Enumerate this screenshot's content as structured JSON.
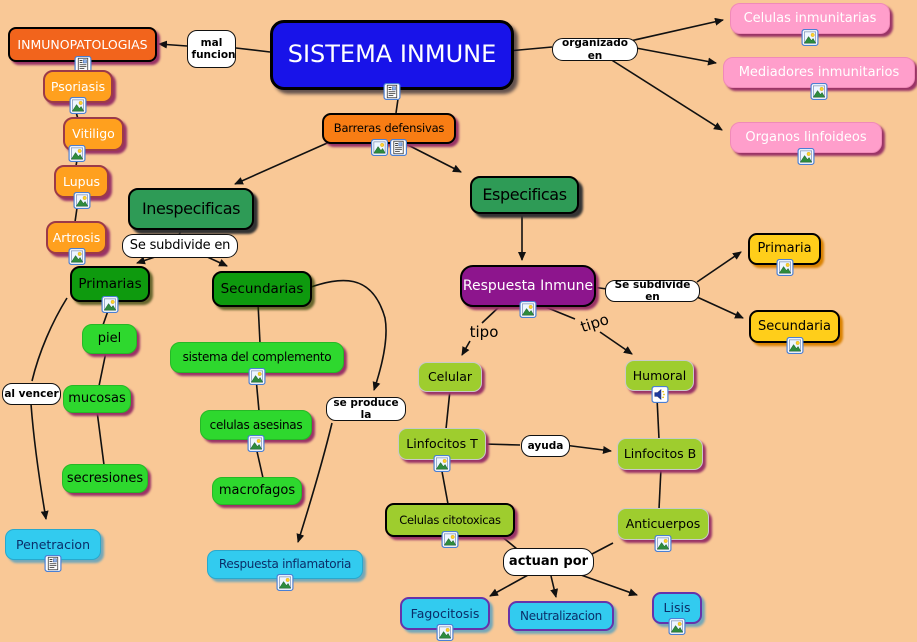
{
  "colors": {
    "bg": "#F9C896",
    "line": "#111111",
    "blue": "#1813E9",
    "redorange": "#F2641C",
    "orange": "#FFA01E",
    "orange-border": "#9B3A49",
    "pink": "#FF9ECB",
    "barreras": "#F87D14",
    "seagreen": "#2E9B56",
    "green": "#0E9A0E",
    "brightgreen": "#2ED82E",
    "purple": "#8D158D",
    "yellow": "#FFCE1A",
    "ygreen": "#9ECD2E",
    "cyan": "#32CBEF",
    "navy": "#0B2E69",
    "silver": "#C9C9C9",
    "cyan-purple-border": "#6633AA",
    "shadow-maroon": "#993366",
    "shadow-dark": "#333333",
    "shadow-orange": "#D98200",
    "shadow-teal": "#74A7B8"
  },
  "concepts": {
    "sistema_inmune": "SISTEMA INMUNE",
    "inmunopatologias": "INMUNOPATOLOGIAS",
    "psoriasis": "Psoriasis",
    "vitiligo": "Vitiligo",
    "lupus": "Lupus",
    "artrosis": "Artrosis",
    "celulas_inmunitarias": "Celulas inmunitarias",
    "mediadores_inmunitarios": "Mediadores inmunitarios",
    "organos_linfoideos": "Organos linfoideos",
    "barreras_defensivas": "Barreras defensivas",
    "inespecificas": "Inespecificas",
    "especificas": "Especificas",
    "primarias": "Primarias",
    "secundarias": "Secundarias",
    "respuesta_inmune": "Respuesta Inmune",
    "primaria": "Primaria",
    "secundaria": "Secundaria",
    "piel": "piel",
    "mucosas": "mucosas",
    "secresiones": "secresiones",
    "sistema_del_complemento": "sistema del complemento",
    "celulas_asesinas": "celulas asesinas",
    "macrofagos": "macrofagos",
    "celular": "Celular",
    "humoral": "Humoral",
    "linfocitos_t": "Linfocitos T",
    "linfocitos_b": "Linfocitos B",
    "celulas_citotoxicas": "Celulas citotoxicas",
    "anticuerpos": "Anticuerpos",
    "penetracion": "Penetracion",
    "respuesta_inflamatoria": "Respuesta inflamatoria",
    "fagocitosis": "Fagocitosis",
    "neutralizacion": "Neutralizacion",
    "lisis": "Lisis"
  },
  "linking_phrases": {
    "mal_funcion": "mal funcion",
    "organizado_en": "organizado en",
    "se_subdivide_en_izq": "Se subdivide en",
    "se_subdivide_en_der": "Se subdivide en",
    "al_vencer": "al vencer",
    "se_produce_la": "se produce la",
    "tipo_izq": "tipo",
    "tipo_der": "tipo",
    "ayuda": "ayuda",
    "actuan_por": "actuan por"
  },
  "icons": {
    "image": "picture-resource",
    "document": "text-document-resource",
    "audio": "sound-resource"
  }
}
